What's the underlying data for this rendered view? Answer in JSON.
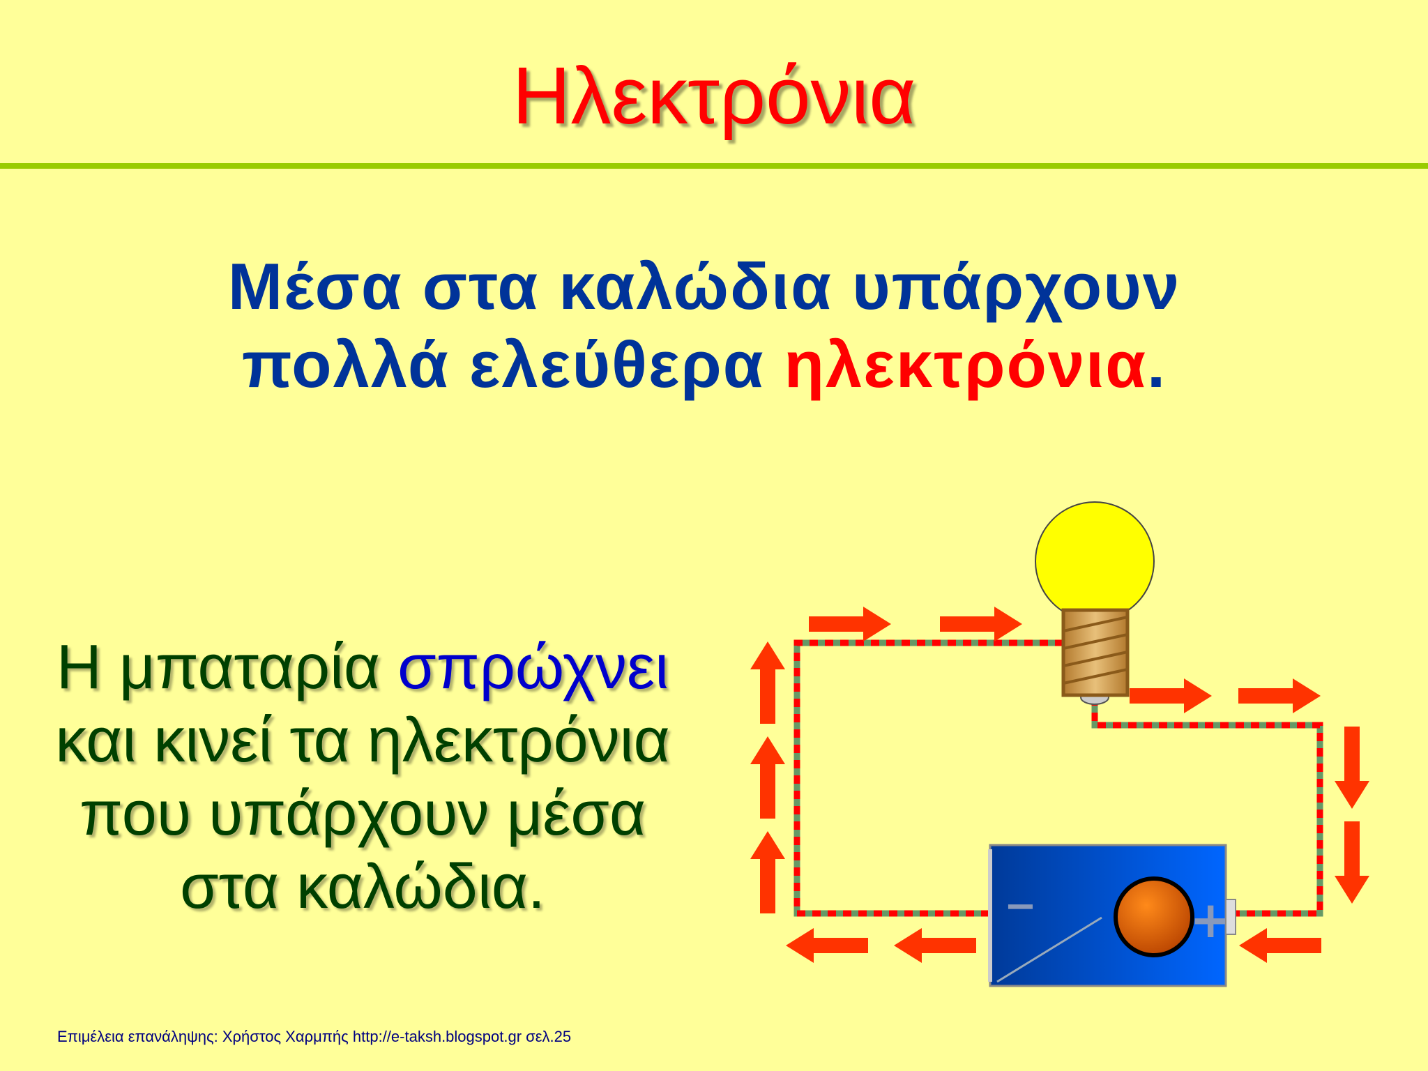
{
  "slide": {
    "title": "Ηλεκτρόνια",
    "main_text": {
      "line1": "Μέσα στα καλώδια υπάρχουν",
      "line2_prefix": "πολλά ελεύθερα ",
      "line2_highlight": "ηλεκτρόνια",
      "line2_suffix": "."
    },
    "side_text": {
      "line1_prefix": "Η μπαταρία ",
      "line1_highlight": "σπρώχνει",
      "line2": "και κινεί τα ηλεκτρόνια",
      "line3": "που υπάρχουν μέσα",
      "line4": "στα καλώδια."
    },
    "footer": "Επιμέλεια επανάληψης: Χρήστος Χαρμπής http://e-taksh.blogspot.gr   σελ.25"
  },
  "circuit": {
    "battery_minus": "−",
    "battery_plus": "+",
    "colors": {
      "arrow": "#ff3300",
      "wire_red": "#ff0000",
      "wire_green": "#669966",
      "bulb": "#ffff00",
      "battery": "#0055dd",
      "terminal": "#ff6600"
    }
  }
}
